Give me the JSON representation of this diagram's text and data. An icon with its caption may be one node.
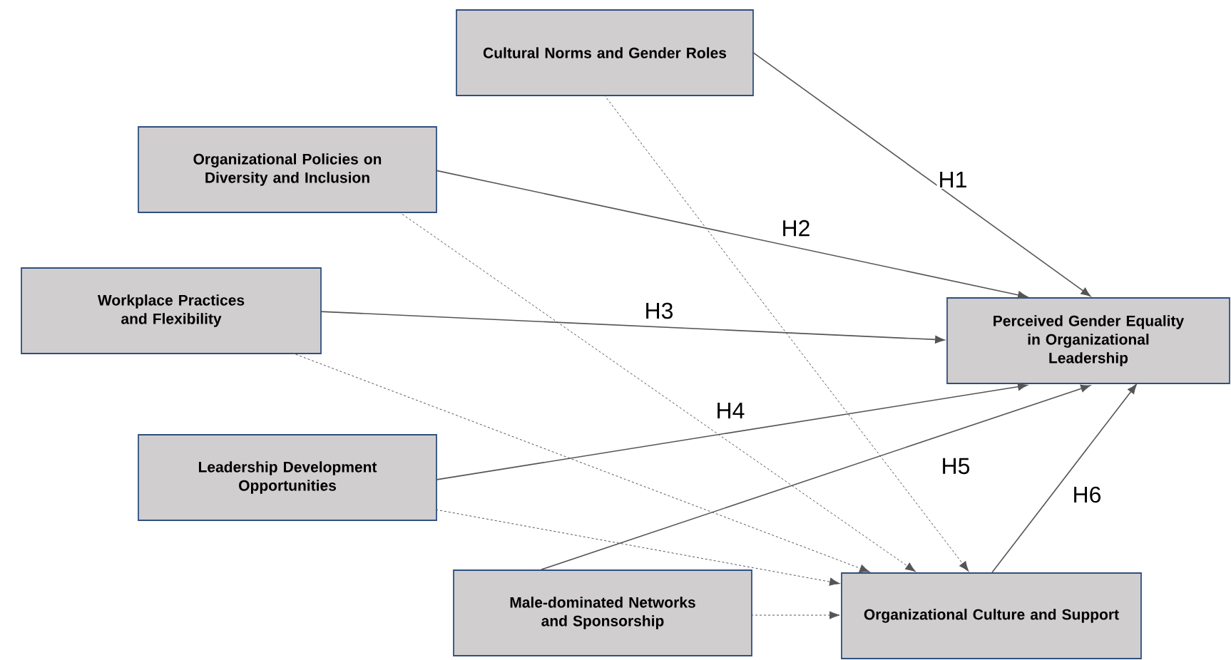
{
  "diagram": {
    "nodes": [
      {
        "text": [
          "Cultural Norms and Gender Roles"
        ]
      },
      {
        "text": [
          "Organizational Policies on Diversity and Inclusion"
        ]
      },
      {
        "text": [
          "Workplace Practices and Flexibility"
        ]
      },
      {
        "text": [
          "Leadership Development Opportunities"
        ]
      },
      {
        "text": [
          "Male-dominated Networks and Sponsorship"
        ]
      },
      {
        "text": [
          "Perceived Gender Equality in Organizational Leadership"
        ]
      },
      {
        "text": [
          "Organizational Culture and Support"
        ]
      }
    ],
    "edges": [
      {
        "from": 0,
        "to": 5,
        "arrow": "to",
        "label": "H1"
      },
      {
        "from": 1,
        "to": 5,
        "arrow": "to",
        "label": "H2"
      },
      {
        "from": 2,
        "to": 5,
        "arrow": "to",
        "label": "H3"
      },
      {
        "from": 3,
        "to": 5,
        "arrow": "to",
        "label": "H4"
      },
      {
        "from": 4,
        "to": 5,
        "arrow": "to",
        "label": "H5"
      },
      {
        "from": 6,
        "to": 5,
        "arrow": "to",
        "label": "H6"
      },
      {
        "from": 0,
        "to": 6,
        "arrow": "to",
        "style": "dashed"
      },
      {
        "from": 1,
        "to": 6,
        "arrow": "to",
        "style": "dashed"
      },
      {
        "from": 2,
        "to": 6,
        "arrow": "to",
        "style": "dashed"
      },
      {
        "from": 3,
        "to": 6,
        "arrow": "to",
        "style": "dashed"
      },
      {
        "from": 4,
        "to": 6,
        "arrow": "to",
        "style": "dashed"
      }
    ]
  }
}
